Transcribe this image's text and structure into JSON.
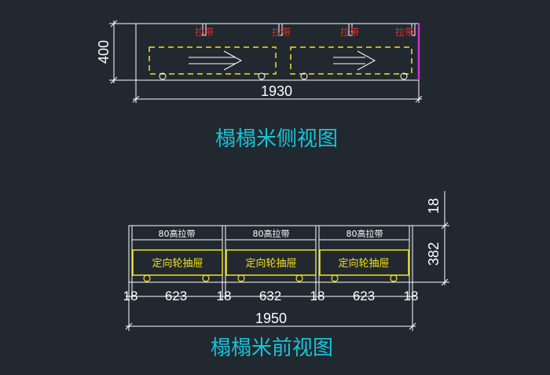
{
  "side_view": {
    "title": "榻榻米侧视图",
    "height_dim": "400",
    "width_dim": "1930",
    "strap_labels": [
      "拉带",
      "拉带",
      "拉带",
      "拉带"
    ]
  },
  "front_view": {
    "title": "榻榻米前视图",
    "strap_label": "80高拉带",
    "drawer_label": "定向轮抽屉",
    "panel_thickness_top": "18",
    "height_dim": "382",
    "bottom_dims": [
      "18",
      "623",
      "18",
      "632",
      "18",
      "623",
      "18"
    ],
    "total_width": "1950"
  },
  "colors": {
    "background": "#212830",
    "outline": "#ffffff",
    "dashed": "#f2e21c",
    "strap_text": "#e0302a",
    "title": "#19c3d6",
    "magenta_edge": "#d030d0"
  }
}
